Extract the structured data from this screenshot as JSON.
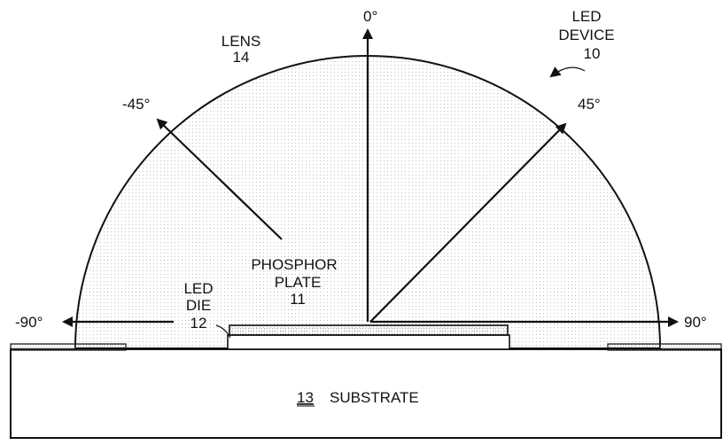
{
  "angles": {
    "zero": "0°",
    "neg45": "-45°",
    "pos45": "45°",
    "neg90": "-90°",
    "pos90": "90°"
  },
  "lens": {
    "line1": "LENS",
    "line2": "14"
  },
  "led_device": {
    "line1": "LED",
    "line2": "DEVICE",
    "line3": "10"
  },
  "phosphor_plate": {
    "line1": "PHOSPHOR",
    "line2": "PLATE",
    "line3": "11"
  },
  "led_die": {
    "line1": "LED",
    "line2": "DIE",
    "line3": "12"
  },
  "substrate": {
    "number": "13",
    "label": "SUBSTRATE"
  },
  "colors": {
    "stroke": "#111111",
    "dome_fill": "#f3f3f3",
    "stipple": "#bdbdbd",
    "background": "#ffffff"
  }
}
